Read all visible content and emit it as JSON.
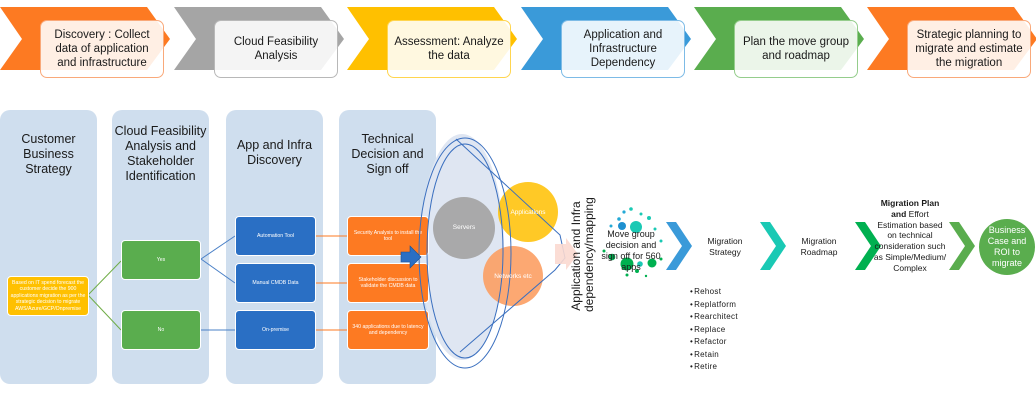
{
  "process_steps": [
    {
      "label": "Discovery : Collect data of application and infrastructure",
      "color": "#fd7a22"
    },
    {
      "label": "Cloud Feasibility Analysis",
      "color": "#a5a5a5"
    },
    {
      "label": "Assessment: Analyze the data",
      "color": "#ffc000"
    },
    {
      "label": "Application and Infrastructure Dependency",
      "color": "#3a9ad9"
    },
    {
      "label": "Plan the move group and roadmap",
      "color": "#5aad4e"
    },
    {
      "label": "Strategic planning to migrate and estimate the migration",
      "color": "#fd7a22"
    }
  ],
  "columns": [
    {
      "title": "Customer Business Strategy"
    },
    {
      "title": "Cloud Feasibility Analysis and Stakeholder Identification"
    },
    {
      "title": "App and Infra Discovery"
    },
    {
      "title": "Technical Decision and Sign off"
    }
  ],
  "nodes": {
    "strategy": "Based on IT spend forecast the customer decide the 900 applications migration as per the strategic decision to migrate AWS/Azure/GCP/Onpremise",
    "yes": "Yes",
    "no": "No",
    "automation_tool": "Automation Tool",
    "manual_cmdb": "Manual CMDB Data",
    "on_premise": "On-premise",
    "security_analysis": "Security  Analysis to install the tool",
    "stakeholder_discussion": "Stakeholder discussion to validate the CMDB data",
    "applications_340": "340 applications due to latency and dependency"
  },
  "funnel": {
    "servers": "Servers",
    "applications": "Applications",
    "networks": "Networks  etc"
  },
  "dependency_label": "Application and Infra dependency/mapping",
  "move_group": "Move group decision and sign off for  560 apps",
  "flow": {
    "migration_strategy": "Migration Strategy",
    "migration_roadmap": "Migration Roadmap",
    "plan_bold": "Migration Plan and",
    "plan_rest": "Effort Estimation based on  technical consideration such as Simple/Medium/ Complex",
    "business_case": "Business Case and ROI to migrate"
  },
  "strategies": [
    "Rehost",
    "Replatform",
    "Rearchitect",
    "Replace",
    "Refactor",
    "Retain",
    "Retire"
  ],
  "colors": {
    "lane_bg": "#cfdeee",
    "chevron_blue": "#3a9ad9",
    "chevron_teal": "#1ac9b4",
    "chevron_green": "#00b050",
    "chevron_green2": "#5aad4e"
  }
}
